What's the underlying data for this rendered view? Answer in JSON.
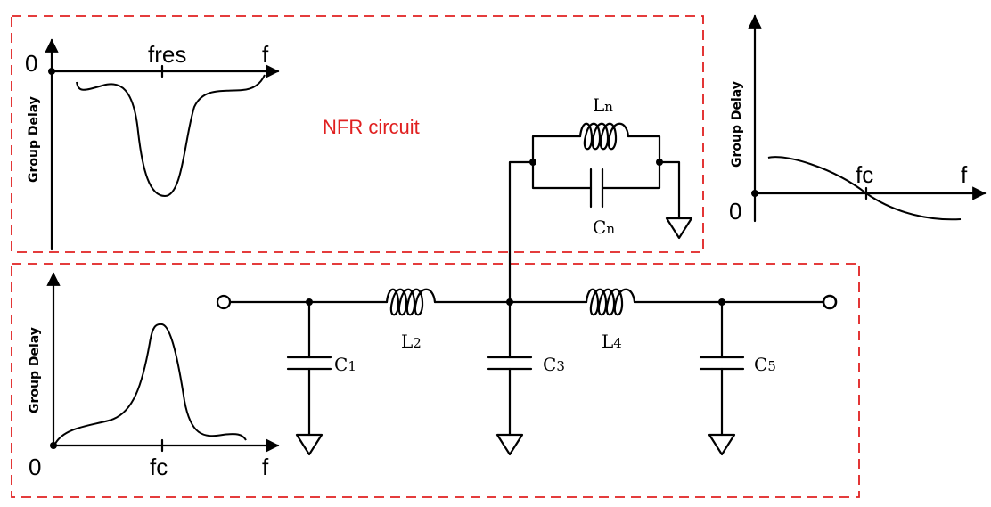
{
  "colors": {
    "box": "#e02020",
    "ink": "#000000",
    "nfr_label": "#e02020"
  },
  "nfr_label": "NFR circuit",
  "plots": {
    "nfr": {
      "origin": "0",
      "x_label": "f",
      "tick_label": "fres",
      "y_label": "Group Delay"
    },
    "right": {
      "origin": "0",
      "x_label": "f",
      "tick_label": "fc",
      "y_label": "Group Delay"
    },
    "lowpass": {
      "origin": "0",
      "x_label": "f",
      "tick_label": "fc",
      "y_label": "Group Delay"
    }
  },
  "components": {
    "c1": {
      "letter": "C",
      "sub": "1"
    },
    "l2": {
      "letter": "L",
      "sub": "2"
    },
    "c3": {
      "letter": "C",
      "sub": "3"
    },
    "l4": {
      "letter": "L",
      "sub": "4"
    },
    "c5": {
      "letter": "C",
      "sub": "5"
    },
    "ln": {
      "letter": "L",
      "sub": "n"
    },
    "cn": {
      "letter": "C",
      "sub": "n"
    }
  }
}
